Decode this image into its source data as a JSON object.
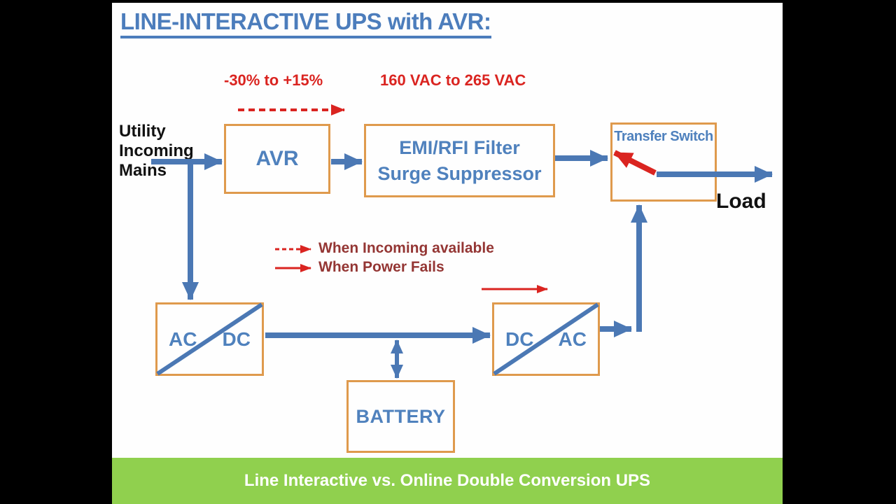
{
  "slide": {
    "title": "LINE-INTERACTIVE UPS with AVR:",
    "footer": "Line Interactive vs. Online Double Conversion UPS"
  },
  "annotations": {
    "avr_range": "-30% to +15%",
    "output_range": "160 VAC to 265 VAC",
    "input_label": "Utility\nIncoming\nMains",
    "load_label": "Load"
  },
  "legend": {
    "incoming_available": "When Incoming available",
    "power_fails": "When Power Fails"
  },
  "blocks": {
    "avr": "AVR",
    "emi_filter": "EMI/RFI Filter\nSurge Suppressor",
    "transfer_switch": "Transfer Switch",
    "rectifier": {
      "left": "AC",
      "right": "DC"
    },
    "inverter": {
      "left": "DC",
      "right": "AC"
    },
    "battery": "BATTERY"
  },
  "colors": {
    "title_blue": "#4c7dbc",
    "box_text_blue": "#4f81bd",
    "box_border_orange": "#df9a4d",
    "arrow_blue": "#4b78b4",
    "arrow_red": "#da2420",
    "legend_text_maroon": "#943634",
    "footer_green": "#90d04e",
    "footer_text_white": "#ffffff",
    "label_black": "#111111",
    "letterbox_black": "#000000"
  }
}
